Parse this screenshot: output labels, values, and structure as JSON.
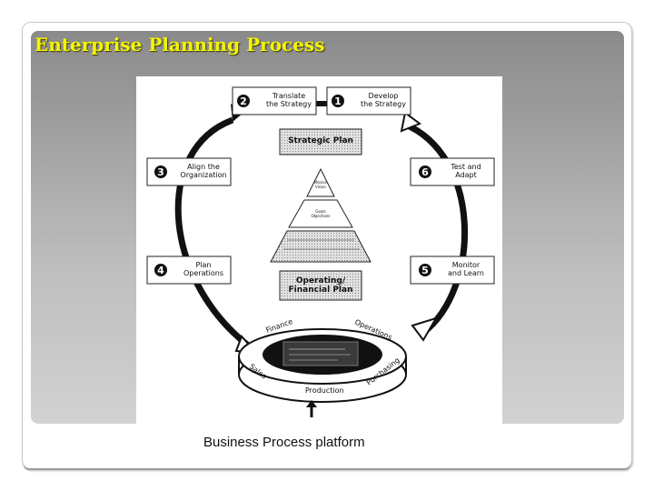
{
  "slide": {
    "title": "Enterprise Planning Process",
    "caption": "Business Process platform"
  },
  "diagram": {
    "steps": [
      {
        "number": "1",
        "label": "Develop\nthe Strategy"
      },
      {
        "number": "2",
        "label": "Translate\nthe Strategy"
      },
      {
        "number": "3",
        "label": "Align the\nOrganization"
      },
      {
        "number": "4",
        "label": "Plan\nOperations"
      },
      {
        "number": "5",
        "label": "Monitor\nand Learn"
      },
      {
        "number": "6",
        "label": "Test and\nAdapt"
      }
    ],
    "strategic_plan": "Strategic Plan",
    "pyramid": {
      "top": "Mission\nVision",
      "middle": "Goals\nObjectives"
    },
    "operating_plan": "Operating/\nFinancial Plan",
    "platform_ring": {
      "finance": "Finance",
      "operations": "Operations",
      "purchasing": "Purchasing",
      "production": "Production",
      "sales": "Sales"
    }
  },
  "colors": {
    "title": "#f5f500",
    "panel_top": "#8a8a8a",
    "panel_bottom": "#d2d2d2",
    "ink": "#111111"
  }
}
